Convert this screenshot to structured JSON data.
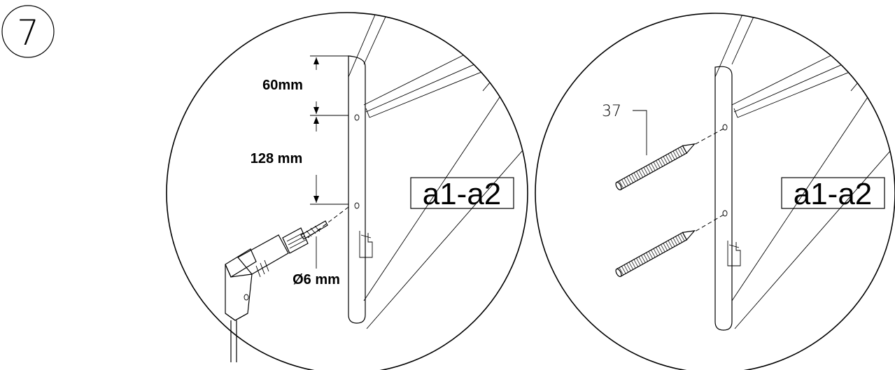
{
  "step_number": "7",
  "left_panel": {
    "dimension_top": "60mm",
    "dimension_middle": "128 mm",
    "drill_diameter": "Ø6 mm",
    "part_label": "a1-a2"
  },
  "right_panel": {
    "callout_number": "37",
    "part_label": "a1-a2"
  }
}
